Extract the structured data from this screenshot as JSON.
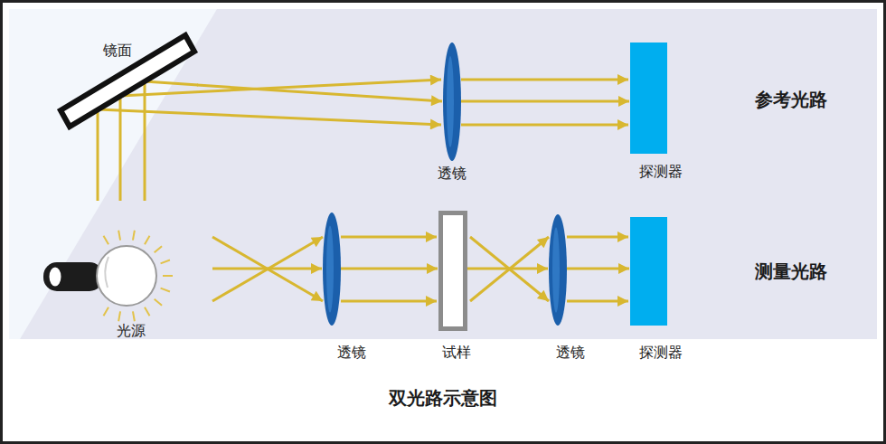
{
  "diagram": {
    "title": "双光路示意图",
    "nodes": [
      {
        "text": [
          "镜面"
        ]
      },
      {
        "text": [
          "透镜"
        ]
      },
      {
        "text": [
          "探测器"
        ]
      },
      {
        "text": [
          "光源"
        ]
      },
      {
        "text": [
          "透镜"
        ]
      },
      {
        "text": [
          "试样"
        ]
      },
      {
        "text": [
          "透镜"
        ]
      },
      {
        "text": [
          "探测器"
        ]
      }
    ],
    "edges": [
      {
        "from": 0,
        "to": 1,
        "arrow": "to"
      },
      {
        "from": 1,
        "to": 2,
        "arrow": "to"
      },
      {
        "from": 3,
        "to": 4,
        "arrow": "to"
      },
      {
        "from": 4,
        "to": 5,
        "arrow": "to"
      },
      {
        "from": 5,
        "to": 6,
        "arrow": "to"
      },
      {
        "from": 6,
        "to": 7,
        "arrow": "to"
      }
    ],
    "labels": [
      "参考光路",
      "测量光路"
    ]
  }
}
